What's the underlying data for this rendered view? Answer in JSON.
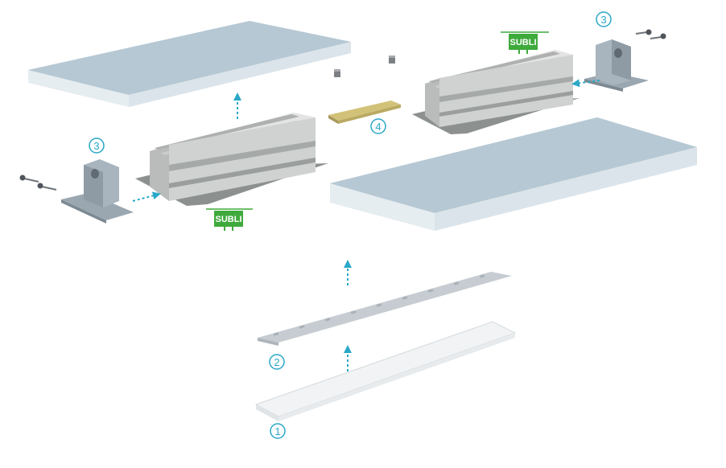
{
  "labels": {
    "sticker_left": "SUBLI",
    "sticker_right": "SUBLI",
    "callout_1": "1",
    "callout_2": "2",
    "callout_3_left": "3",
    "callout_3_right": "3",
    "callout_4": "4"
  },
  "colors": {
    "board_top": "#b6c8d3",
    "board_side": "#e6edf1",
    "aluminium_light": "#e3e4e3",
    "aluminium_mid": "#b9bcba",
    "aluminium_dark": "#8c908e",
    "bracket": "#9aa7b1",
    "connector": "#d2c279",
    "callout": "#2aa8c8",
    "sticker": "#3faa3c",
    "diffuser": "#f1f3f4"
  },
  "icons": [
    "dashed-arrow-icon",
    "screw-icon",
    "subli-sticker-icon"
  ]
}
